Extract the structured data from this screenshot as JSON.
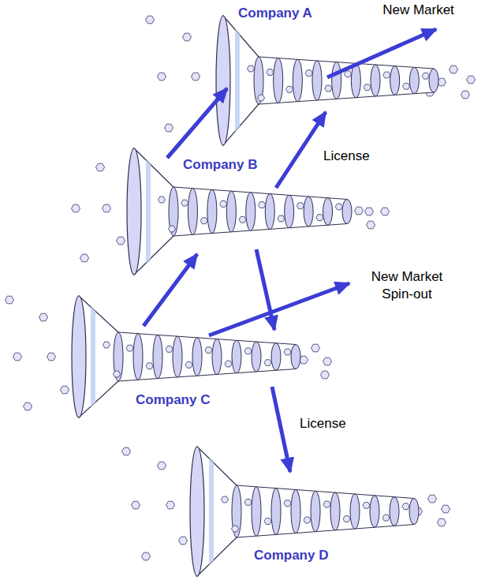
{
  "diagram": {
    "nodes": [
      {
        "text": [
          "Company A"
        ]
      },
      {
        "text": [
          "Company B"
        ]
      },
      {
        "text": [
          "Company C"
        ]
      },
      {
        "text": [
          "Company D"
        ]
      }
    ],
    "edges": [
      {
        "from": 1,
        "to": 0,
        "arrow": "to"
      },
      {
        "from": 1,
        "to": 0,
        "arrow": "to",
        "label": "License"
      },
      {
        "from": 2,
        "to": 1,
        "arrow": "to"
      },
      {
        "from": 1,
        "to": 2,
        "arrow": "to"
      },
      {
        "from": 2,
        "to": 3,
        "arrow": "to",
        "label": "License"
      }
    ],
    "labels": [
      "New Market",
      "New Market Spin-out"
    ]
  }
}
